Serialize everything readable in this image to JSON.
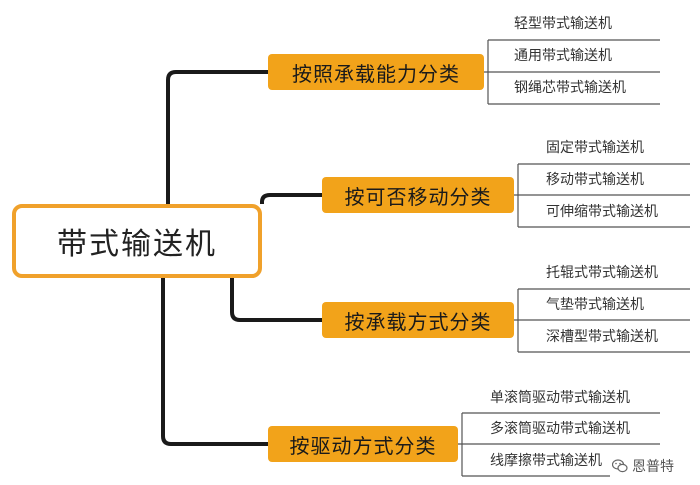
{
  "root": {
    "label": "带式输送机"
  },
  "categories": [
    {
      "label": "按照承载能力分类",
      "items": [
        "轻型带式输送机",
        "通用带式输送机",
        "钢绳芯带式输送机"
      ]
    },
    {
      "label": "按可否移动分类",
      "items": [
        "固定带式输送机",
        "移动带式输送机",
        "可伸缩带式输送机"
      ]
    },
    {
      "label": "按承载方式分类",
      "items": [
        "托辊式带式输送机",
        "气垫带式输送机",
        "深槽型带式输送机"
      ]
    },
    {
      "label": "按驱动方式分类",
      "items": [
        "单滚筒驱动带式输送机",
        "多滚筒驱动带式输送机",
        "线摩擦带式输送机"
      ]
    }
  ],
  "watermark": {
    "text": "恩普特",
    "icon": "wechat-icon"
  },
  "colors": {
    "accent": "#f2a31a",
    "root_border": "#f0a12b",
    "connector": "#1a1a1a",
    "leaf_line": "#555555"
  }
}
